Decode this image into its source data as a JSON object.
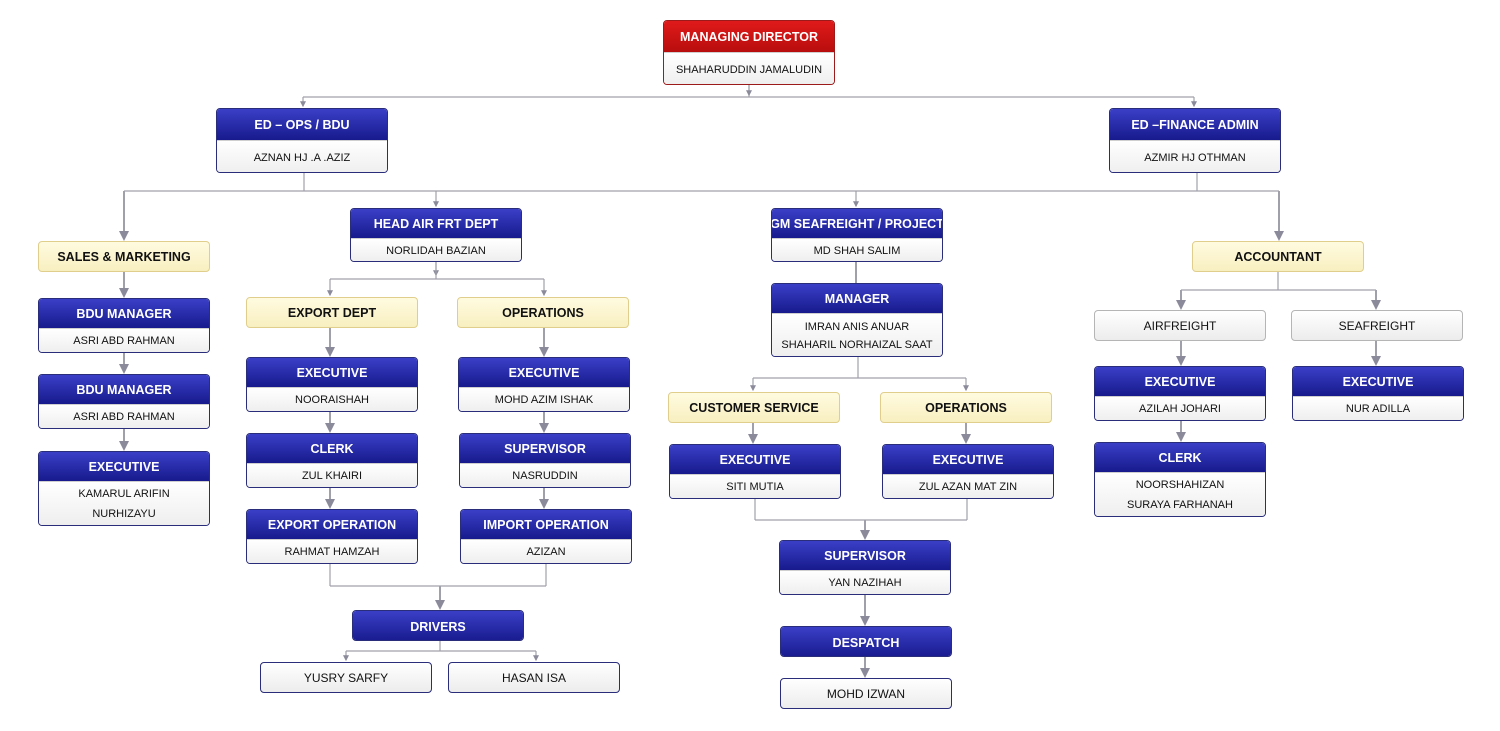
{
  "md": {
    "title": "MANAGING DIRECTOR",
    "name": "SHAHARUDDIN JAMALUDIN"
  },
  "ed_ops": {
    "title": "ED – OPS / BDU",
    "name": "AZNAN HJ .A .AZIZ"
  },
  "ed_fin": {
    "title": "ED –FINANCE ADMIN",
    "name": "AZMIR HJ OTHMAN"
  },
  "sales": {
    "label": "SALES & MARKETING"
  },
  "bdu1": {
    "title": "BDU MANAGER",
    "name": "ASRI ABD RAHMAN"
  },
  "bdu2": {
    "title": "BDU MANAGER",
    "name": "ASRI ABD RAHMAN"
  },
  "sales_exec": {
    "title": "EXECUTIVE",
    "names": [
      "KAMARUL ARIFIN",
      "NURHIZAYU"
    ]
  },
  "air": {
    "title": "HEAD AIR FRT DEPT",
    "name": "NORLIDAH BAZIAN"
  },
  "export_dept": {
    "label": "EXPORT DEPT"
  },
  "air_ops": {
    "label": "OPERATIONS"
  },
  "exp_exec": {
    "title": "EXECUTIVE",
    "name": "NOORAISHAH"
  },
  "exp_clerk": {
    "title": "CLERK",
    "name": "ZUL KHAIRI"
  },
  "exp_op": {
    "title": "EXPORT OPERATION",
    "name": "RAHMAT HAMZAH"
  },
  "ops_exec": {
    "title": "EXECUTIVE",
    "name": "MOHD AZIM ISHAK"
  },
  "ops_sup": {
    "title": "SUPERVISOR",
    "name": "NASRUDDIN"
  },
  "imp_op": {
    "title": "IMPORT OPERATION",
    "name": "AZIZAN"
  },
  "drivers": {
    "title": "DRIVERS",
    "names": [
      "YUSRY SARFY",
      "HASAN ISA"
    ]
  },
  "gm": {
    "title": "GM SEAFREIGHT / PROJECT",
    "name": "MD SHAH SALIM"
  },
  "mgr": {
    "title": "MANAGER",
    "names": [
      "IMRAN ANIS ANUAR",
      "SHAHARIL NORHAIZAL SAAT"
    ]
  },
  "cs": {
    "label": "CUSTOMER SERVICE"
  },
  "sea_ops": {
    "label": "OPERATIONS"
  },
  "cs_exec": {
    "title": "EXECUTIVE",
    "name": "SITI MUTIA"
  },
  "sea_ops_exec": {
    "title": "EXECUTIVE",
    "name": "ZUL AZAN MAT ZIN"
  },
  "sea_sup": {
    "title": "SUPERVISOR",
    "name": "YAN NAZIHAH"
  },
  "despatch": {
    "title": "DESPATCH",
    "name": "MOHD IZWAN"
  },
  "accountant": {
    "label": "ACCOUNTANT"
  },
  "airfreight": {
    "label": "AIRFREIGHT"
  },
  "seafreight": {
    "label": "SEAFREIGHT"
  },
  "acc_air_exec": {
    "title": "EXECUTIVE",
    "name": "AZILAH JOHARI"
  },
  "acc_clerk": {
    "title": "CLERK",
    "names": [
      "NOORSHAHIZAN",
      "SURAYA FARHANAH"
    ]
  },
  "acc_sea_exec": {
    "title": "EXECUTIVE",
    "name": "NUR ADILLA"
  },
  "colors": {
    "header_blue": "#1f2399",
    "header_red": "#cc1111",
    "label_yellow": "#fbf4d0",
    "connector": "#8a8a9a"
  }
}
